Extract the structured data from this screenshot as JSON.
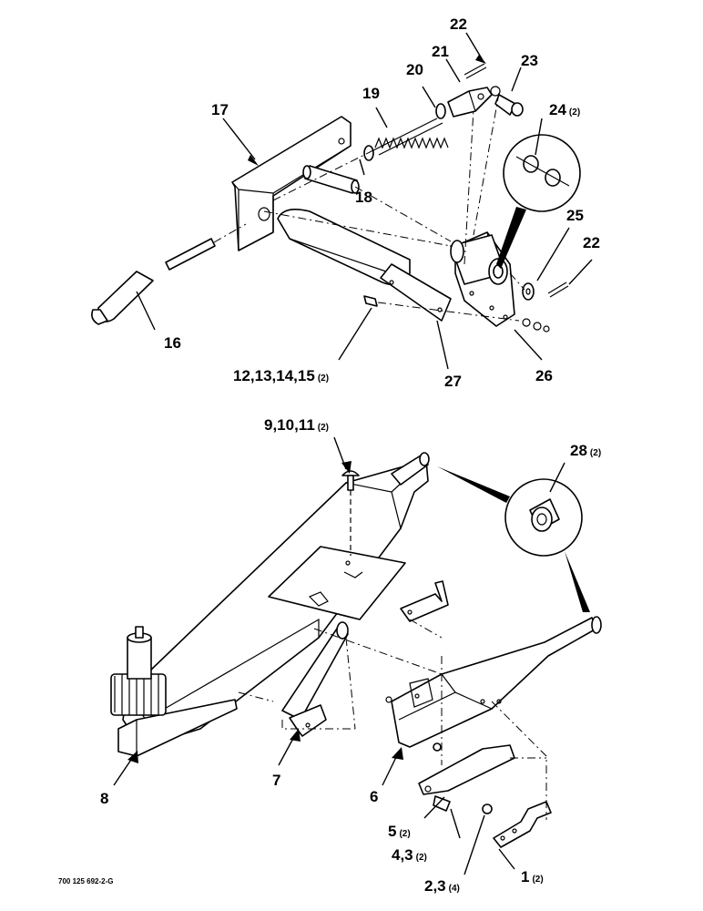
{
  "document_code": "700 125 692-2-G",
  "callouts": {
    "c22a": {
      "num": "22",
      "qty": ""
    },
    "c21": {
      "num": "21",
      "qty": ""
    },
    "c23": {
      "num": "23",
      "qty": ""
    },
    "c20": {
      "num": "20",
      "qty": ""
    },
    "c19": {
      "num": "19",
      "qty": ""
    },
    "c17": {
      "num": "17",
      "qty": ""
    },
    "c24": {
      "num": "24",
      "qty": "(2)"
    },
    "c18": {
      "num": "18",
      "qty": ""
    },
    "c25": {
      "num": "25",
      "qty": ""
    },
    "c22b": {
      "num": "22",
      "qty": ""
    },
    "c16": {
      "num": "16",
      "qty": ""
    },
    "c12": {
      "num": "12,13,14,15",
      "qty": "(2)"
    },
    "c27": {
      "num": "27",
      "qty": ""
    },
    "c26": {
      "num": "26",
      "qty": ""
    },
    "c9": {
      "num": "9,10,11",
      "qty": "(2)"
    },
    "c28": {
      "num": "28",
      "qty": "(2)"
    },
    "c7": {
      "num": "7",
      "qty": ""
    },
    "c8": {
      "num": "8",
      "qty": ""
    },
    "c6": {
      "num": "6",
      "qty": ""
    },
    "c5": {
      "num": "5",
      "qty": "(2)"
    },
    "c4": {
      "num": "4,3",
      "qty": "(2)"
    },
    "c2": {
      "num": "2,3",
      "qty": "(4)"
    },
    "c1": {
      "num": "1",
      "qty": "(2)"
    }
  }
}
